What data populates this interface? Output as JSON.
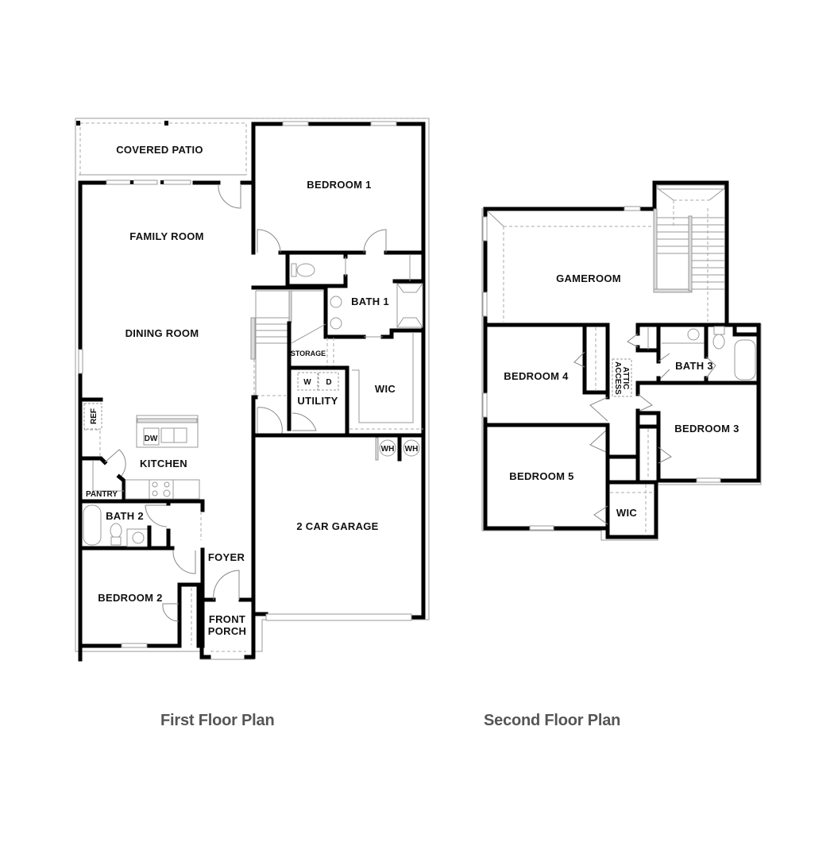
{
  "first_floor": {
    "caption": "First Floor Plan",
    "rooms": {
      "covered_patio": "COVERED PATIO",
      "bedroom_1": "BEDROOM 1",
      "family_room": "FAMILY ROOM",
      "dining_room": "DINING ROOM",
      "bath_1": "BATH 1",
      "storage": "STORAGE",
      "utility": "UTILITY",
      "wic": "WIC",
      "kitchen": "KITCHEN",
      "pantry": "PANTRY",
      "bath_2": "BATH 2",
      "foyer": "FOYER",
      "bedroom_2": "BEDROOM 2",
      "front_porch_line1": "FRONT",
      "front_porch_line2": "PORCH",
      "garage": "2 CAR GARAGE"
    },
    "fixtures": {
      "ref": "REF",
      "dw": "DW",
      "washer": "W",
      "dryer": "D",
      "water_heater_1": "WH",
      "water_heater_2": "WH"
    }
  },
  "second_floor": {
    "caption": "Second Floor Plan",
    "rooms": {
      "gameroom": "GAMEROOM",
      "bedroom_4": "BEDROOM 4",
      "attic_access_line1": "ATTIC",
      "attic_access_line2": "ACCESS",
      "bath_3": "BATH 3",
      "bedroom_3": "BEDROOM 3",
      "bedroom_5": "BEDROOM 5",
      "wic": "WIC"
    }
  }
}
